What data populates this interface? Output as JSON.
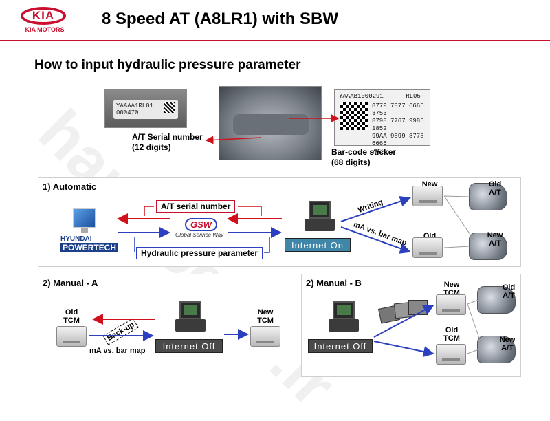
{
  "logo": {
    "mark": "KIA",
    "text": "KIA MOTORS"
  },
  "title": "8 Speed AT (A8LR1) with SBW",
  "subtitle": "How to input hydraulic pressure parameter",
  "photos": {
    "serial_tag": "YAAAA1RL01 000470",
    "barcode_header": "YAAAB1000291      RL05",
    "barcode_rows": [
      "8779 7877 6665 3753",
      "8798 7767 9985 1852",
      "99AA 9899 8778 6665",
      "7830"
    ]
  },
  "labels": {
    "serial_line1": "A/T Serial number",
    "serial_line2": "(12 digits)",
    "barcode_line1": "Bar-code sticker",
    "barcode_line2": "(68 digits)"
  },
  "automatic": {
    "title": "1) Automatic",
    "serial_box": "A/T serial number",
    "hydraulic_box": "Hydraulic pressure parameter",
    "gsw": "GSW",
    "gsw_sub": "Global Service Way",
    "hyundai_line1": "HYUNDAI",
    "hyundai_line2": "POWERTECH",
    "internet": "Internet On",
    "writing": "Writing",
    "ma_map": "mA vs. bar map",
    "new_tcm": "New TCM",
    "old_tcm": "Old TCM",
    "old_at": "Old A/T",
    "new_at": "New A/T"
  },
  "manual_a": {
    "title": "2) Manual - A",
    "old_tcm": "Old TCM",
    "new_tcm": "New TCM",
    "backup": "Back-up",
    "ma_map": "mA vs. bar map",
    "internet": "Internet Off"
  },
  "manual_b": {
    "title": "2) Manual - B",
    "internet": "Internet Off",
    "new_tcm": "New TCM",
    "old_tcm": "Old TCM",
    "old_at": "Old A/T",
    "new_at": "New A/T"
  },
  "colors": {
    "brand_red": "#c8102e",
    "arrow_blue": "#2b3fbf",
    "arrow_red": "#d0101a"
  }
}
